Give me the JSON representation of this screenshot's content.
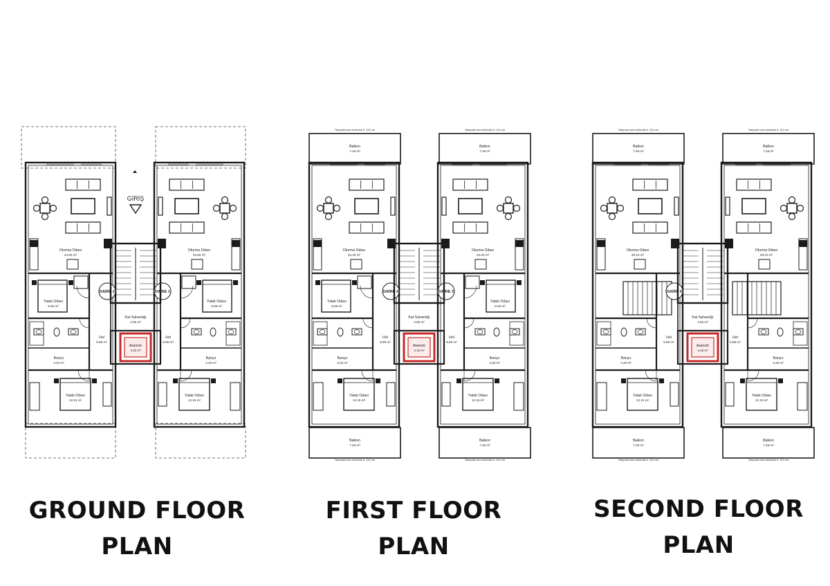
{
  "plans": [
    {
      "id": "ground",
      "caption": [
        "GROUND FLOOR",
        "PLAN"
      ],
      "entry_label": "GİRİŞ",
      "units": [
        "DAİRE 2",
        "DAİRE 1"
      ],
      "living_room": {
        "name": "Oturma Odası",
        "area": "34.60 m²"
      },
      "bedroom_upper": {
        "name": "Yatak Odası",
        "area": "8.55 m²"
      },
      "bedroom_lower": {
        "name": "Yatak Odası",
        "area": "12.15 m²"
      },
      "bathroom": {
        "name": "Banyo",
        "area": "4.20 m²"
      },
      "hall": {
        "name": "Hol",
        "area": "5.85 m²"
      },
      "landing": {
        "name": "Kat Sahanlığı",
        "area": "4.05 m²"
      },
      "elevator": {
        "name": "Asansör",
        "area": "4.10 m²"
      },
      "balcony": null,
      "front_terrace": "",
      "back_terrace": "",
      "railing_note": ""
    },
    {
      "id": "first",
      "caption": [
        "FIRST FLOOR",
        "PLAN"
      ],
      "entry_label": "",
      "units": [
        "DAİRE 4",
        "DAİRE 3"
      ],
      "living_room": {
        "name": "Oturma Odası",
        "area": "34.40 m²"
      },
      "bedroom_upper": {
        "name": "Yatak Odası",
        "area": "8.55 m²"
      },
      "bedroom_lower": {
        "name": "Yatak Odası",
        "area": "12.15 m²"
      },
      "bathroom": {
        "name": "Banyo",
        "area": "4.20 m²"
      },
      "hall": {
        "name": "Hol",
        "area": "5.85 m²"
      },
      "landing": {
        "name": "Kat Sahanlığı",
        "area": "4.05 m²"
      },
      "elevator": {
        "name": "Asansör",
        "area": "4.10 m²"
      },
      "balcony": {
        "name": "Balkon",
        "area": "7.26 m²"
      },
      "railing_note": "Tampant cam korkuluk h: 110 cm"
    },
    {
      "id": "second",
      "caption": [
        "SECOND FLOOR",
        "PLAN"
      ],
      "entry_label": "",
      "units": [
        "DAİRE 6",
        ""
      ],
      "living_room": {
        "name": "Oturma Odası",
        "area": "28.10 m²"
      },
      "bedroom_upper": null,
      "bedroom_lower": {
        "name": "Yatak Odası",
        "area": "12.15 m²"
      },
      "bathroom": {
        "name": "Banyo",
        "area": "4.20 m²"
      },
      "hall": {
        "name": "Hol",
        "area": "5.85 m²"
      },
      "landing": {
        "name": "Kat Sahanlığı",
        "area": "4.05 m²"
      },
      "elevator": {
        "name": "Asansör",
        "area": "4.10 m²"
      },
      "balcony": {
        "name": "Balkon",
        "area": "7.26 m²"
      },
      "railing_note": "Tampant cam korkuluk h: 110 cm"
    }
  ],
  "colors": {
    "wall": "#1a1a1a",
    "elevator": "#c62828",
    "paper": "#ffffff"
  }
}
